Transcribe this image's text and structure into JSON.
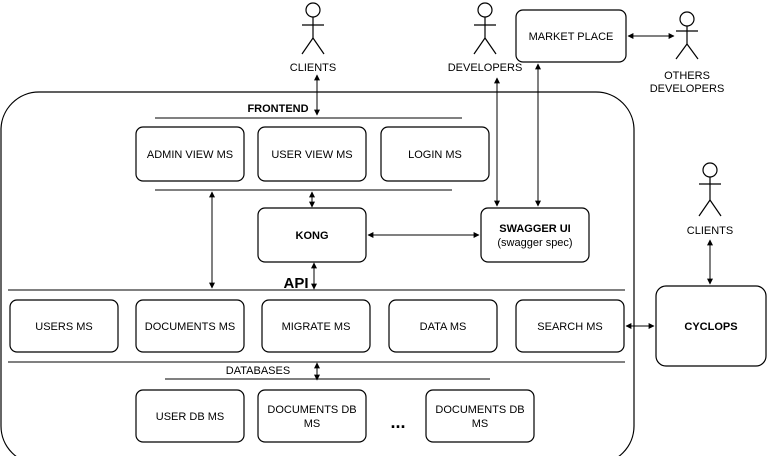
{
  "actors": {
    "clients_top": "CLIENTS",
    "developers": "DEVELOPERS",
    "others_line1": "OTHERS",
    "others_line2": "DEVELOPERS",
    "clients_right": "CLIENTS"
  },
  "sections": {
    "frontend": "FRONTEND",
    "api": "API",
    "databases": "DATABASES"
  },
  "frontend_services": [
    "ADMIN VIEW MS",
    "USER VIEW MS",
    "LOGIN MS"
  ],
  "gateway": {
    "kong": "KONG",
    "swagger_title": "SWAGGER UI",
    "swagger_subtitle": "(swagger spec)"
  },
  "api_services": [
    "USERS MS",
    "DOCUMENTS MS",
    "MIGRATE MS",
    "DATA MS",
    "SEARCH MS"
  ],
  "databases": {
    "user_db": "USER DB MS",
    "documents_db_1_line1": "DOCUMENTS DB",
    "documents_db_1_line2": "MS",
    "ellipsis": "...",
    "documents_db_2_line1": "DOCUMENTS DB",
    "documents_db_2_line2": "MS"
  },
  "external": {
    "market_place": "MARKET PLACE",
    "cyclops": "CYCLOPS"
  }
}
